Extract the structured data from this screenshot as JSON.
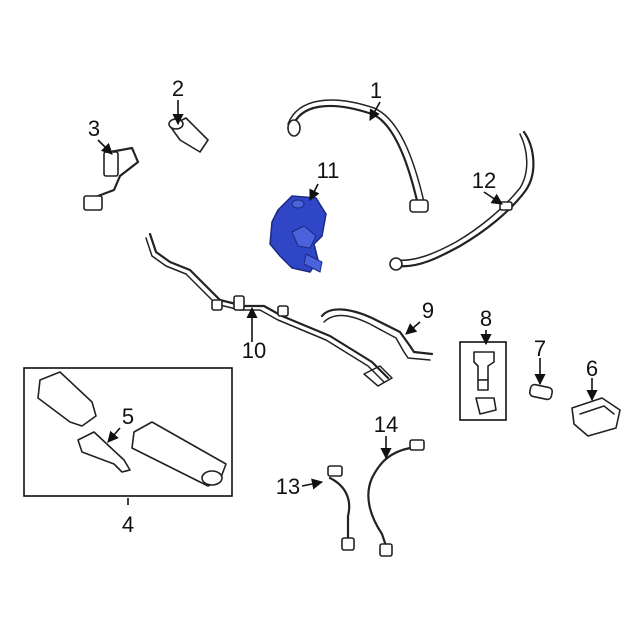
{
  "diagram": {
    "highlight_color": "#2f46c6",
    "callouts": [
      {
        "id": "1",
        "label": "1"
      },
      {
        "id": "2",
        "label": "2"
      },
      {
        "id": "3",
        "label": "3"
      },
      {
        "id": "4",
        "label": "4"
      },
      {
        "id": "5",
        "label": "5"
      },
      {
        "id": "6",
        "label": "6"
      },
      {
        "id": "7",
        "label": "7"
      },
      {
        "id": "8",
        "label": "8"
      },
      {
        "id": "9",
        "label": "9"
      },
      {
        "id": "10",
        "label": "10"
      },
      {
        "id": "11",
        "label": "11"
      },
      {
        "id": "12",
        "label": "12"
      },
      {
        "id": "13",
        "label": "13"
      },
      {
        "id": "14",
        "label": "14"
      }
    ]
  }
}
